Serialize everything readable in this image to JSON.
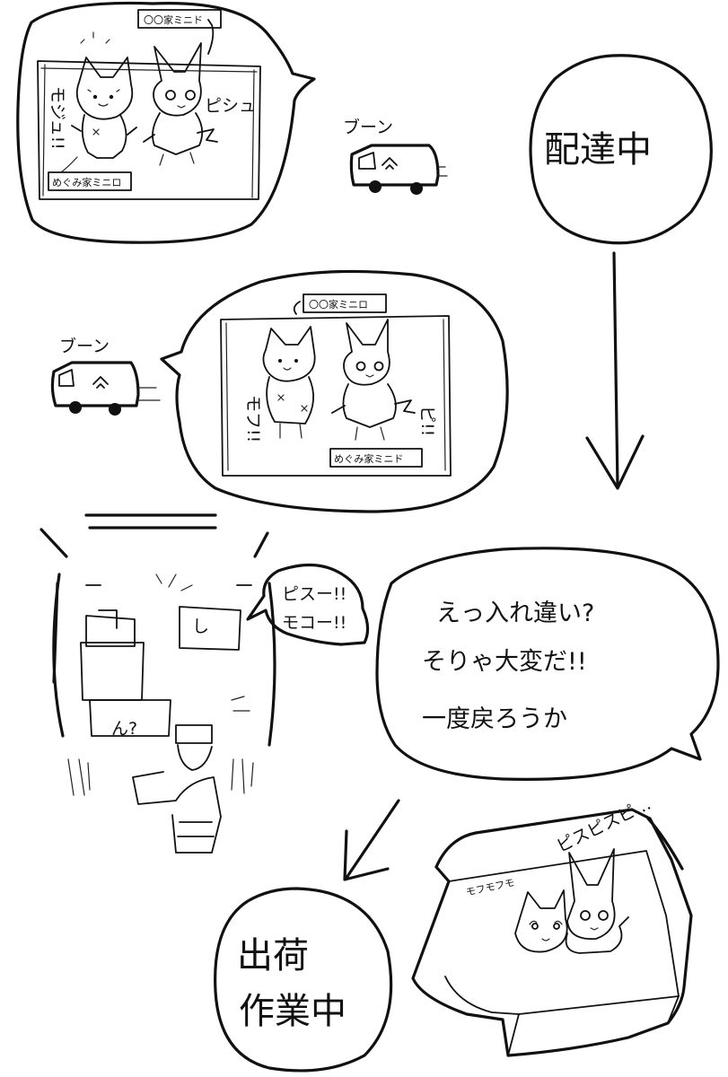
{
  "status_labels": {
    "delivering": "配達中",
    "shipping_line1": "出荷",
    "shipping_line2": "作業中"
  },
  "panel1": {
    "tag_top": "〇〇家ミニド",
    "tag_bottom": "めぐみ家ミニロ",
    "sfx_left": "モジュ!!",
    "sfx_right": "ピシュ",
    "van_sound": "ブーン"
  },
  "panel2": {
    "tag_top": "〇〇家ミニロ",
    "tag_bottom": "めぐみ家ミニド",
    "sfx_left": "モフ!!",
    "sfx_right": "ピ!!",
    "van_sound": "ブーン"
  },
  "truck_scene": {
    "call_line1": "ピスー!!",
    "call_line2": "モコー!!",
    "driver": "ん?",
    "box_label": "し"
  },
  "driver_speech": {
    "line1": "えっ入れ違い?",
    "line2": "そりゃ大変だ!!",
    "line3": "一度戻ろうか"
  },
  "box_scene": {
    "sfx_left": "モフモフモ",
    "sfx_right": "ピスピスピ…"
  },
  "colors": {
    "ink": "#111111",
    "paper": "#ffffff"
  }
}
